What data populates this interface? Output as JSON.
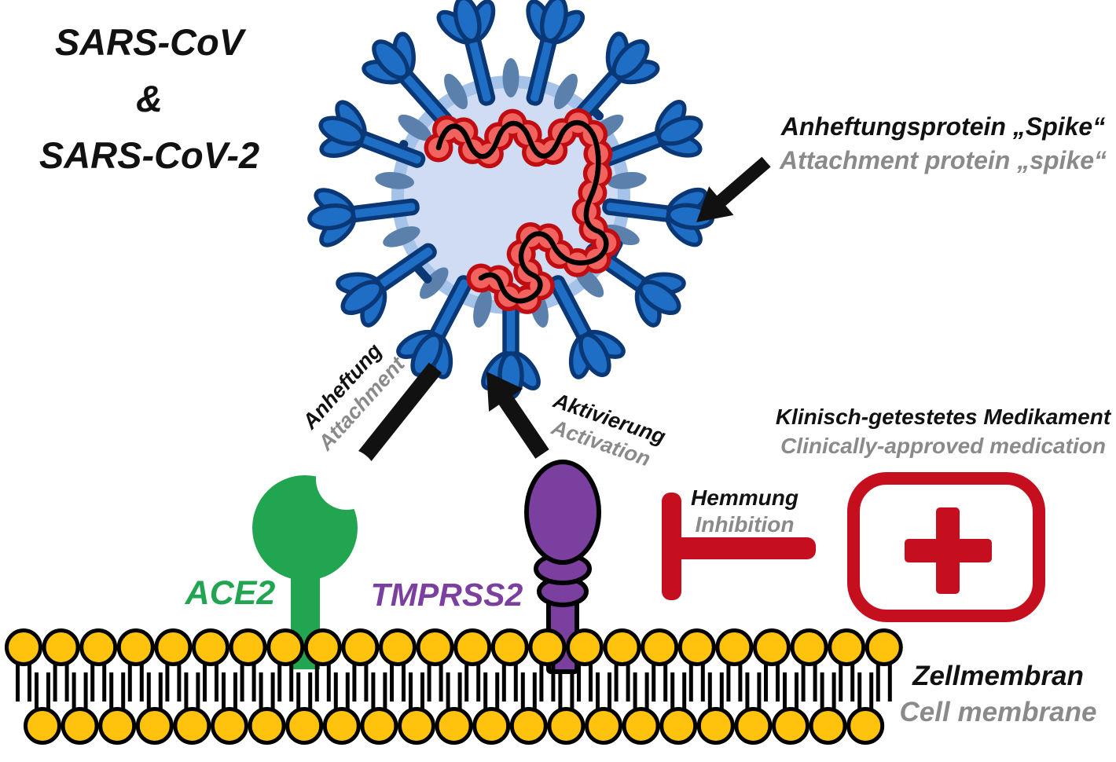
{
  "title": {
    "line1": "SARS-CoV",
    "line2": "&",
    "line3": "SARS-CoV-2"
  },
  "spike_label": {
    "de": "Anheftungsprotein „Spike“",
    "en": "Attachment protein „spike“"
  },
  "attachment_label": {
    "de": "Anheftung",
    "en": "Attachment"
  },
  "activation_label": {
    "de": "Aktivierung",
    "en": "Activation"
  },
  "medication_label": {
    "de": "Klinisch-getestetes Medikament",
    "en": "Clinically-approved medication"
  },
  "inhibition_label": {
    "de": "Hemmung",
    "en": "Inhibition"
  },
  "ace2_label": "ACE2",
  "tmprss2_label": "TMPRSS2",
  "membrane_label": {
    "de": "Zellmembran",
    "en": "Cell membrane"
  },
  "colors": {
    "text_primary": "#111111",
    "text_secondary": "#8a8a8a",
    "virus_ring": "#a5c2e8",
    "virus_inner": "#cfdcf3",
    "membrane_protein": "#5b80ab",
    "spike_fill": "#1e6ec6",
    "spike_stroke": "#0a3876",
    "rna_bead_outline": "#c00d12",
    "rna_bead_fill": "#f2625e",
    "rna_line": "#000000",
    "ace2_green": "#22a551",
    "tmprss2_purple": "#7b3fa0",
    "inhibit_red": "#c60f1e",
    "lipid_yellow": "#ffc20d",
    "lipid_outline": "#000000",
    "arrow_black": "#111111"
  }
}
